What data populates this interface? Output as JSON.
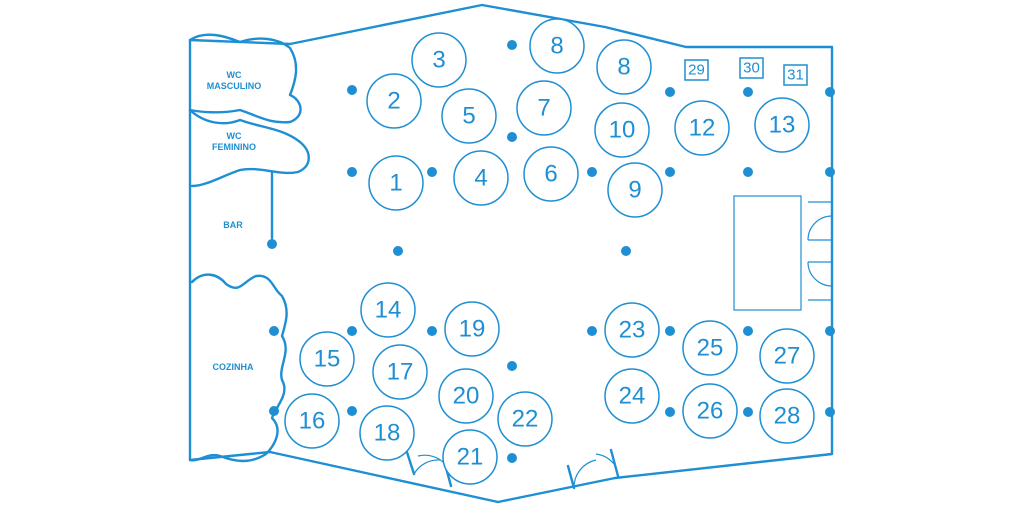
{
  "colors": {
    "accent": "#1e8fd3",
    "background": "#ffffff"
  },
  "rooms": {
    "wc_masculino": [
      "WC",
      "MASCULINO"
    ],
    "wc_feminino": [
      "WC",
      "FEMININO"
    ],
    "bar": "BAR",
    "cozinha": "COZINHA"
  },
  "tables": [
    "1",
    "2",
    "3",
    "4",
    "5",
    "6",
    "7",
    "8",
    "8",
    "9",
    "10",
    "12",
    "13",
    "14",
    "15",
    "16",
    "17",
    "18",
    "19",
    "20",
    "21",
    "22",
    "23",
    "24",
    "25",
    "26",
    "27",
    "28"
  ],
  "small_tables": [
    "29",
    "30",
    "31"
  ]
}
